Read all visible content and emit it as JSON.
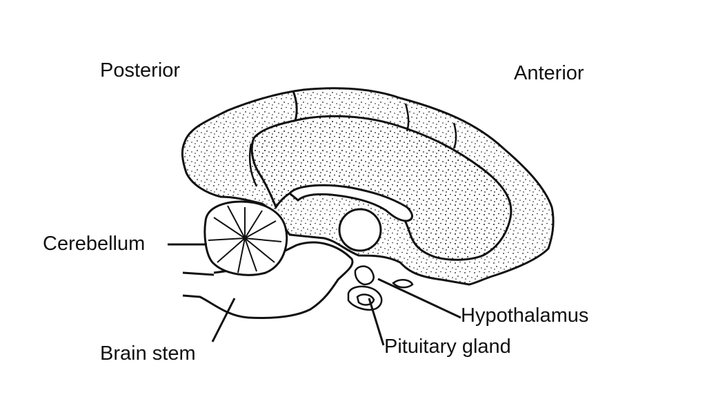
{
  "diagram": {
    "orientation": {
      "left": "Posterior",
      "right": "Anterior"
    },
    "labels": {
      "cerebellum": "Cerebellum",
      "brain_stem": "Brain stem",
      "hypothalamus": "Hypothalamus",
      "pituitary": "Pituitary gland"
    }
  },
  "colors": {
    "ink": "#111111",
    "background": "#ffffff"
  }
}
